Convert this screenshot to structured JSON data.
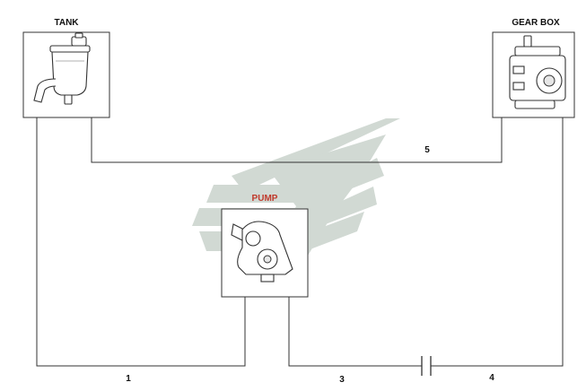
{
  "components": {
    "tank": {
      "label": "TANK",
      "icon": "reservoir-tank-icon"
    },
    "gearbox": {
      "label": "GEAR BOX",
      "icon": "steering-gearbox-icon"
    },
    "pump": {
      "label": "PUMP",
      "icon": "power-steering-pump-icon",
      "label_color": "#c0392b"
    }
  },
  "lines": {
    "line1": "1",
    "line3": "3",
    "line4": "4",
    "line5": "5"
  },
  "watermark": {
    "icon": "wing-logo-icon",
    "color": "#c9d3cc"
  }
}
